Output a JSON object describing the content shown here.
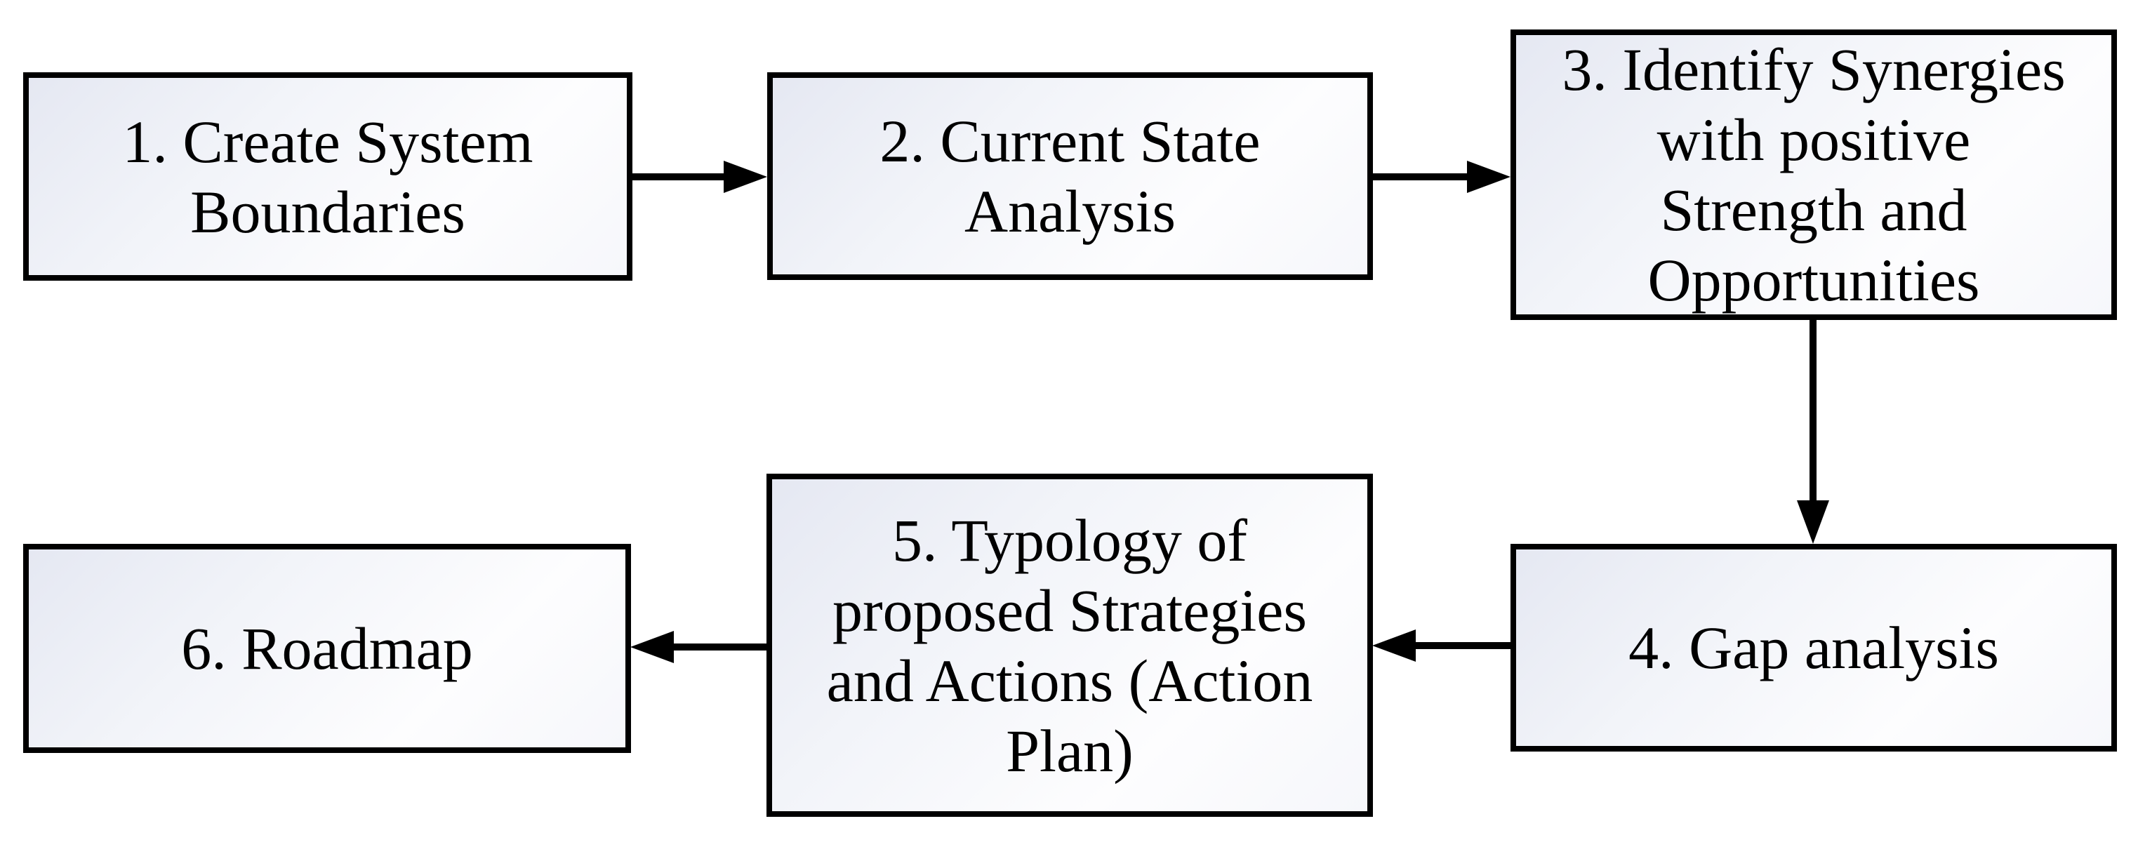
{
  "flowchart": {
    "steps": [
      {
        "id": 1,
        "label": "1. Create System Boundaries",
        "lines": [
          "1. Create System",
          "Boundaries"
        ]
      },
      {
        "id": 2,
        "label": "2. Current State Analysis",
        "lines": [
          "2. Current State",
          "Analysis"
        ]
      },
      {
        "id": 3,
        "label": "3. Identify Synergies with positive Strength and Opportunities",
        "lines": [
          "3. Identify Synergies",
          "with positive",
          "Strength and",
          "Opportunities"
        ]
      },
      {
        "id": 4,
        "label": "4. Gap analysis",
        "lines": [
          "4. Gap analysis"
        ]
      },
      {
        "id": 5,
        "label": "5. Typology of proposed Strategies and Actions (Action Plan)",
        "lines": [
          "5. Typology of",
          "proposed Strategies",
          "and Actions (Action",
          "Plan)"
        ]
      },
      {
        "id": 6,
        "label": "6. Roadmap",
        "lines": [
          "6. Roadmap"
        ]
      }
    ],
    "edges": [
      {
        "from": 1,
        "to": 2,
        "direction": "right"
      },
      {
        "from": 2,
        "to": 3,
        "direction": "right"
      },
      {
        "from": 3,
        "to": 4,
        "direction": "down"
      },
      {
        "from": 4,
        "to": 5,
        "direction": "left"
      },
      {
        "from": 5,
        "to": 6,
        "direction": "left"
      }
    ],
    "colors": {
      "box_border": "#000000",
      "box_fill_dark": "#e5e8f2",
      "box_fill_light": "#fdfdfe",
      "arrow": "#000000",
      "text": "#000000"
    }
  }
}
